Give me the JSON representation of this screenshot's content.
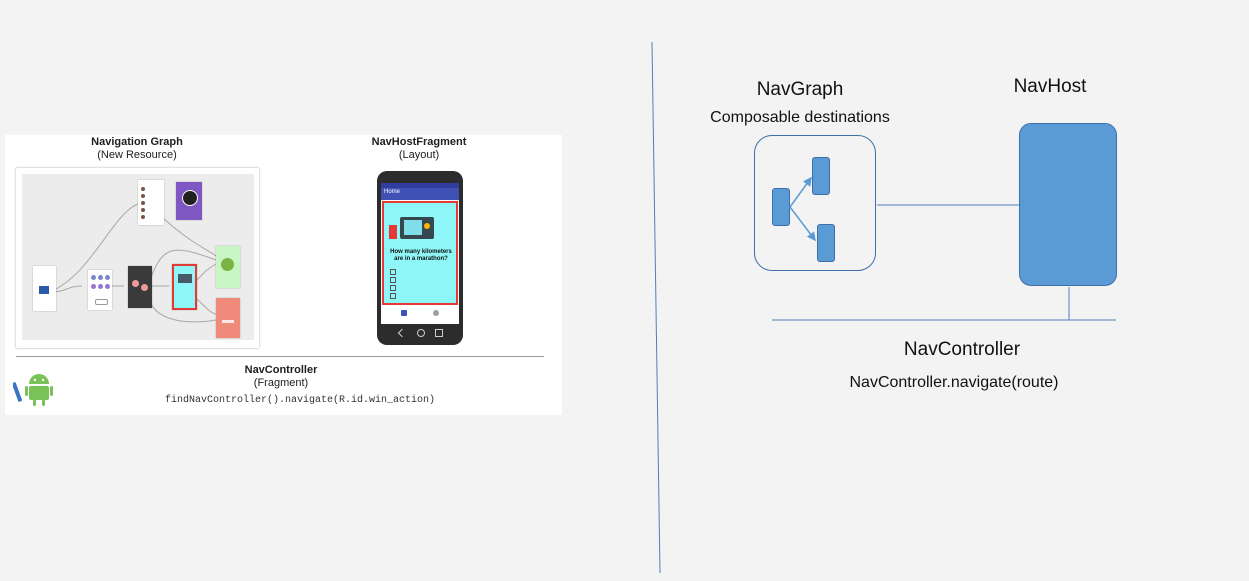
{
  "left_panel": {
    "nav_graph": {
      "title": "Navigation Graph",
      "subtitle": "(New Resource)"
    },
    "nav_host_fragment": {
      "title": "NavHostFragment",
      "subtitle": "(Layout)"
    },
    "phone": {
      "app_bar_title": "Home",
      "question": "How many kilometers are in a marathon?"
    },
    "nav_controller": {
      "title": "NavController",
      "subtitle": "(Fragment)",
      "code": "findNavController().navigate(R.id.win_action)"
    }
  },
  "right_panel": {
    "nav_graph_label": "NavGraph",
    "nav_graph_sub": "Composable destinations",
    "nav_host_label": "NavHost",
    "nav_controller_label": "NavController",
    "nav_controller_code": "NavController.navigate(route)"
  },
  "colors": {
    "background": "#f3f3f3",
    "accent_blue": "#5b9bd5",
    "outline_blue": "#3d6fa8",
    "divider_line": "#4f7fbf"
  }
}
